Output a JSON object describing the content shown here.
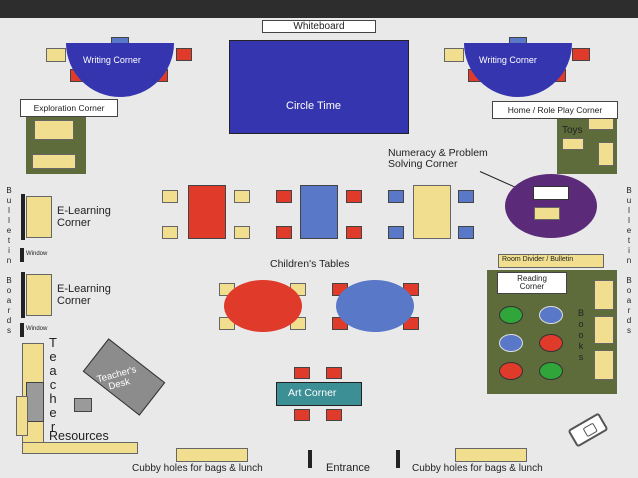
{
  "labels": {
    "whiteboard": "Whiteboard",
    "writing_corner_left": "Writing Corner",
    "writing_corner_right": "Writing Corner",
    "circle_time": "Circle Time",
    "exploration_corner": "Exploration Corner",
    "home_role_play": "Home / Role Play Corner",
    "toys": "Toys",
    "numeracy": "Numeracy & Problem\nSolving Corner",
    "elearning_1": "E-Learning\nCorner",
    "elearning_2": "E-Learning\nCorner",
    "window_1": "Window",
    "window_2": "Window",
    "childrens_tables": "Children's Tables",
    "room_divider": "Room Divider / Bulletin",
    "reading_corner": "Reading\nCorner",
    "books": "B\no\no\nk\ns",
    "teacher": "T\ne\na\nc\nh\ne\nr",
    "teachers_desk": "Teacher's\nDesk",
    "resources": "Resources",
    "art_corner": "Art Corner",
    "cubby_left": "Cubby holes for bags & lunch",
    "cubby_right": "Cubby holes for bags & lunch",
    "entrance": "Entrance",
    "bulletin_boards_left": "B\nu\nl\nl\ne\nt\ni\nn\n\nB\no\na\nr\nd\ns",
    "bulletin_boards_right": "B\nu\nl\nl\ne\nt\ni\nn\n\nB\no\na\nr\nd\ns"
  },
  "colors": {
    "background": "#e9e9ea",
    "blue": "#3535b0",
    "red": "#e03a2b",
    "light_blue": "#5a78c8",
    "tan": "#f1df8f",
    "olive": "#5e6c3b",
    "purple": "#5b2a78",
    "teal": "#3b8f95"
  }
}
